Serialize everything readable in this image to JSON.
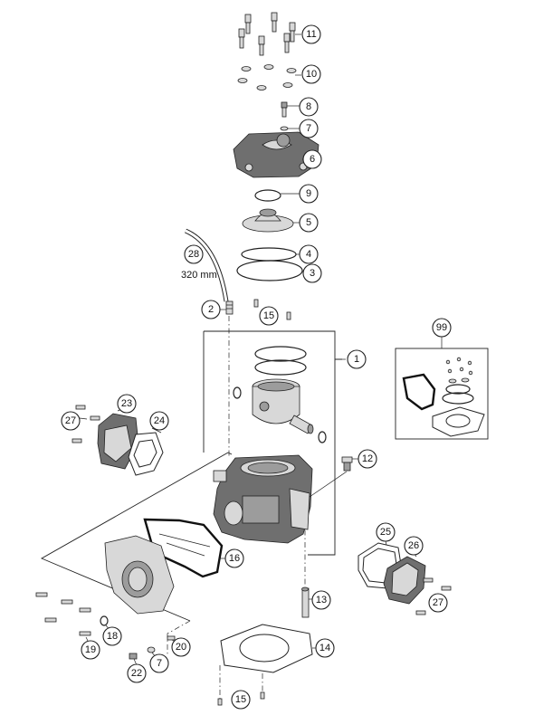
{
  "callouts": {
    "c1": "1",
    "c2": "2",
    "c3": "3",
    "c4": "4",
    "c5": "5",
    "c6": "6",
    "c7a": "7",
    "c7b": "7",
    "c8": "8",
    "c9": "9",
    "c10": "10",
    "c11": "11",
    "c12": "12",
    "c13": "13",
    "c14": "14",
    "c15a": "15",
    "c15b": "15",
    "c16": "16",
    "c18": "18",
    "c19": "19",
    "c20": "20",
    "c22": "22",
    "c23": "23",
    "c24": "24",
    "c25": "25",
    "c26": "26",
    "c27a": "27",
    "c27b": "27",
    "c28": "28",
    "c99": "99"
  },
  "hose_length_label": "320 mm"
}
